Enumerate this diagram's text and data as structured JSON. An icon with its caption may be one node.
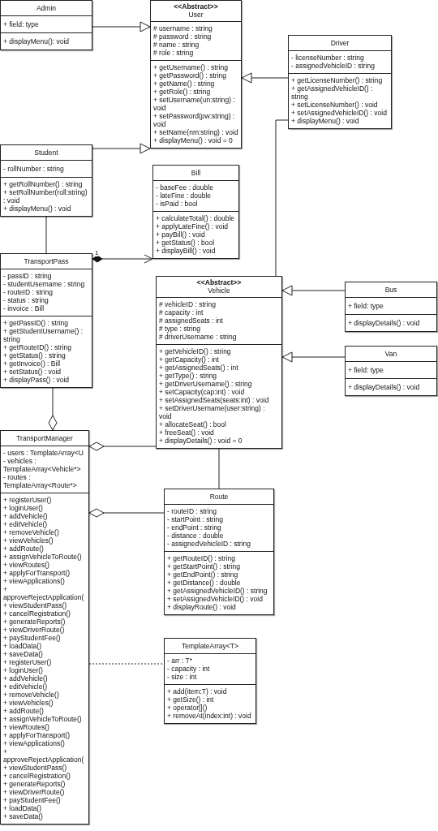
{
  "diagram": {
    "nodes": [
      {
        "text": [
          "Admin"
        ]
      },
      {
        "text": [
          "+ field: type"
        ],
        "in": 0
      },
      {
        "text": [
          "+ displayMenu(): void"
        ],
        "in": 0
      },
      {
        "text": [
          "<<Abstract>>",
          "User"
        ]
      },
      {
        "text": [
          "# username : string",
          "# password : string",
          "# name : string",
          "# role : string"
        ],
        "in": 3
      },
      {
        "text": [
          "+ getUsername() : string",
          "+ getPassword() : string",
          "+ getName() : string",
          "+ getRole() : string",
          "+ setUsername(un:string) : void",
          "+ setPassword(pw:string) : void",
          "+ setName(nm:string) : void",
          "+ displayMenu() : void = 0"
        ],
        "in": 3
      },
      {
        "text": [
          "Driver"
        ]
      },
      {
        "text": [
          "- licenseNumber : string",
          "- assignedVehicleID : string"
        ],
        "in": 6
      },
      {
        "text": [
          "+ getLicenseNumber() : string",
          "+ getAssignedVehicleID() : string",
          "+ setLicenseNumber() : void",
          "+ setAssignedVehicleID() : void",
          "+ displayMenu() : void"
        ],
        "in": 6
      },
      {
        "text": [
          "Student"
        ]
      },
      {
        "text": [
          "- rollNumber : string"
        ],
        "in": 9
      },
      {
        "text": [
          "+ getRollNumber() : string",
          "+ setRollNumber(roll:string) : void",
          "+ displayMenu() : void"
        ],
        "in": 9
      },
      {
        "text": [
          "Bill"
        ]
      },
      {
        "text": [
          "- baseFee : double",
          "- lateFine : double",
          "- isPaid : bool"
        ],
        "in": 12
      },
      {
        "text": [
          "+ calculateTotal() : double",
          "+ applyLateFine() : void",
          "+ payBill() : void",
          "+ getStatus() : bool",
          "+ displayBill() : void"
        ],
        "in": 12
      },
      {
        "text": [
          "TransportPass"
        ]
      },
      {
        "text": [
          "- passID : string",
          "- studentUsername : string",
          "- routeID : string",
          "- status : string",
          "- invoice : Bill"
        ],
        "in": 15
      },
      {
        "text": [
          "+ getPassID() : string",
          "+ getStudentUsername() : string",
          "+ getRouteID() : string",
          "+ getStatus() : string",
          "+ getInvoice() : Bill",
          "+ setStatus() : void",
          "+ displayPass() : void"
        ],
        "in": 15
      },
      {
        "text": [
          "<<Abstract>>",
          "Vehicle"
        ]
      },
      {
        "text": [
          "# vehicleID : string",
          "# capacity : int",
          "# assignedSeats : int",
          "# type : string",
          "# driverUsername : string"
        ],
        "in": 18
      },
      {
        "text": [
          "+ getVehicleID() : string",
          "+ getCapacity() : int",
          "+ getAssignedSeats() : int",
          "+ getType() : string",
          "+ getDriverUsername() : string",
          "+ setCapacity(cap:int) : void",
          "+ setAssignedSeats(seats:int) : void",
          "+ setDriverUsername(user:string) : void",
          "+ allocateSeat() : bool",
          "+ freeSeat() : void",
          "+ displayDetails() : void = 0"
        ],
        "in": 18
      },
      {
        "text": [
          "Bus"
        ]
      },
      {
        "text": [
          "+ field: type"
        ],
        "in": 21
      },
      {
        "text": [
          "+ displayDetails() : void"
        ],
        "in": 21
      },
      {
        "text": [
          "Van"
        ]
      },
      {
        "text": [
          "+ field: type"
        ],
        "in": 24
      },
      {
        "text": [
          "+ displayDetails() : void"
        ],
        "in": 24
      },
      {
        "text": [
          "TransportManager"
        ]
      },
      {
        "text": [
          "- users : TemplateArray<U",
          "- vehicles : TemplateArray<Vehicle*>",
          "- routes : TemplateArray<Route*>"
        ],
        "in": 27
      },
      {
        "text": [
          "+ registerUser()",
          "+ loginUser()",
          "+ addVehicle()",
          "+ editVehicle()",
          "+ removeVehicle()",
          "+ viewVehicles()",
          "+ addRoute()",
          "+ assignVehicleToRoute()",
          "+ viewRoutes()",
          "+ applyForTransport()",
          "+ viewApplications()",
          "+ approveRejectApplication(",
          "+ viewStudentPass()",
          "+ cancelRegistration()",
          "+ generateReports()",
          "+ viewDriverRoute()",
          "+ payStudentFee()",
          "+ loadData()",
          "+ saveData()",
          "+ registerUser()",
          "+ loginUser()",
          "+ addVehicle()",
          "+ editVehicle()",
          "+ removeVehicle()",
          "+ viewVehicles()",
          "+ addRoute()",
          "+ assignVehicleToRoute()",
          "+ viewRoutes()",
          "+ applyForTransport()",
          "+ viewApplications()",
          "+ approveRejectApplication(",
          "+ viewStudentPass()",
          "+ cancelRegistration()",
          "+ generateReports()",
          "+ viewDriverRoute()",
          "+ payStudentFee()",
          "+ loadData()",
          "+ saveData()"
        ],
        "in": 27
      },
      {
        "text": [
          "Route"
        ]
      },
      {
        "text": [
          "- routeID : string",
          "- startPoint : string",
          "- endPoint : string",
          "- distance : double",
          "- assignedVehicleID : string"
        ],
        "in": 30
      },
      {
        "text": [
          "+ getRouteID() : string",
          "+ getStartPoint() : string",
          "+ getEndPoint() : string",
          "+ getDistance() : double",
          "+ getAssignedVehicleID() : string",
          "+ setAssignedVehicleID() : void",
          "+ displayRoute() : void"
        ],
        "in": 30
      },
      {
        "text": [
          "TemplateArray<T>"
        ]
      },
      {
        "text": [
          "- arr : T*",
          "- capacity : int",
          "- size : int"
        ],
        "in": 33
      },
      {
        "text": [
          "+ add(item:T) : void",
          "+ getSize() : int",
          "+ operator[]()",
          "+ removeAt(index:int) : void"
        ],
        "in": 33
      }
    ],
    "edges": [
      {
        "from": 0,
        "to": 3,
        "arrow": "to"
      },
      {
        "from": 9,
        "to": 3,
        "arrow": "to"
      },
      {
        "from": 6,
        "to": 3,
        "arrow": "to"
      },
      {
        "from": 9,
        "to": 15,
        "arrow": "none"
      },
      {
        "from": 15,
        "to": 12,
        "arrow": "to",
        "label": "1"
      },
      {
        "from": 27,
        "to": 15,
        "arrow": "other"
      },
      {
        "from": 27,
        "to": 18,
        "arrow": "other"
      },
      {
        "from": 27,
        "to": 30,
        "arrow": "other"
      },
      {
        "from": 6,
        "to": 18,
        "arrow": "none"
      },
      {
        "from": 18,
        "to": 30,
        "arrow": "none"
      },
      {
        "from": 21,
        "to": 18,
        "arrow": "to"
      },
      {
        "from": 24,
        "to": 18,
        "arrow": "to"
      },
      {
        "from": 27,
        "to": 33,
        "arrow": "none",
        "style": "dashed"
      }
    ]
  }
}
